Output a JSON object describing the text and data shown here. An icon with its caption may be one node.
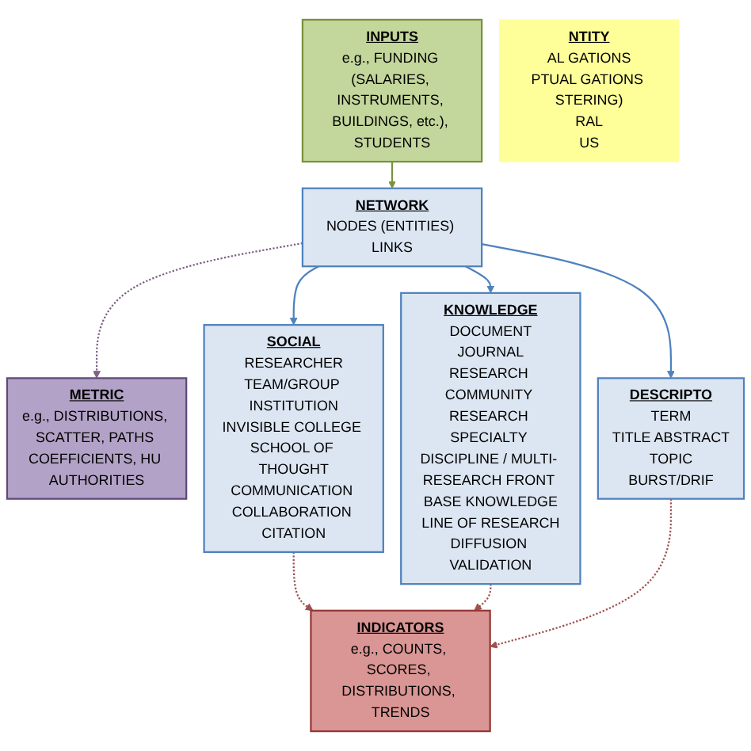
{
  "diagram": {
    "nodes": [
      {
        "text": [
          "INPUTS",
          "e.g., FUNDING (SALARIES, INSTRUMENTS, BUILDINGS, etc.), STUDENTS"
        ]
      },
      {
        "text": [
          "NETWORK",
          "NODES (ENTITIES) LINKS"
        ]
      },
      {
        "text": [
          "METRIC",
          "e.g., DISTRIBUTIONS, SCATTER, PATHS COEFFICIENTS, HU AUTHORITIES"
        ]
      },
      {
        "text": [
          "NTITY",
          "AL GATIONS",
          "PTUAL GATIONS STERING)",
          "RAL",
          "US"
        ]
      },
      {
        "text": [
          "SOCIAL",
          "RESEARCHER",
          "TEAM/GROUP INSTITUTION",
          "INVISIBLE COLLEGE SCHOOL OF THOUGHT",
          "COMMUNICATION COLLABORATION CITATION"
        ]
      },
      {
        "text": [
          "KNOWLEDGE",
          "DOCUMENT",
          "JOURNAL",
          "RESEARCH COMMUNITY RESEARCH SPECIALTY DISCIPLINE / MULTI- RESEARCH FRONT BASE KNOWLEDGE",
          "LINE OF RESEARCH",
          "DIFFUSION VALIDATION"
        ]
      },
      {
        "text": [
          "DESCRIPTO",
          "TERM",
          "TITLE ABSTRACT",
          "TOPIC",
          "BURST/DRIF"
        ]
      },
      {
        "text": [
          "INDICATORS",
          "e.g., COUNTS, SCORES, DISTRIBUTIONS, TRENDS"
        ]
      }
    ],
    "edges": [
      {
        "from": 0,
        "to": 1,
        "arrow": "to",
        "color": "#77933c"
      },
      {
        "from": 1,
        "to": 2,
        "arrow": "to",
        "style": "dashed",
        "color": "#7f6084"
      },
      {
        "from": 1,
        "to": 4,
        "arrow": "to"
      },
      {
        "from": 1,
        "to": 5,
        "arrow": "to"
      },
      {
        "from": 1,
        "to": 6,
        "arrow": "to"
      },
      {
        "from": 4,
        "to": 7,
        "arrow": "to",
        "style": "dashed",
        "color": "#a0504d"
      },
      {
        "from": 5,
        "to": 7,
        "arrow": "to",
        "style": "dashed",
        "color": "#a0504d"
      },
      {
        "from": 6,
        "to": 7,
        "arrow": "to",
        "style": "dashed",
        "color": "#a0504d"
      }
    ]
  }
}
